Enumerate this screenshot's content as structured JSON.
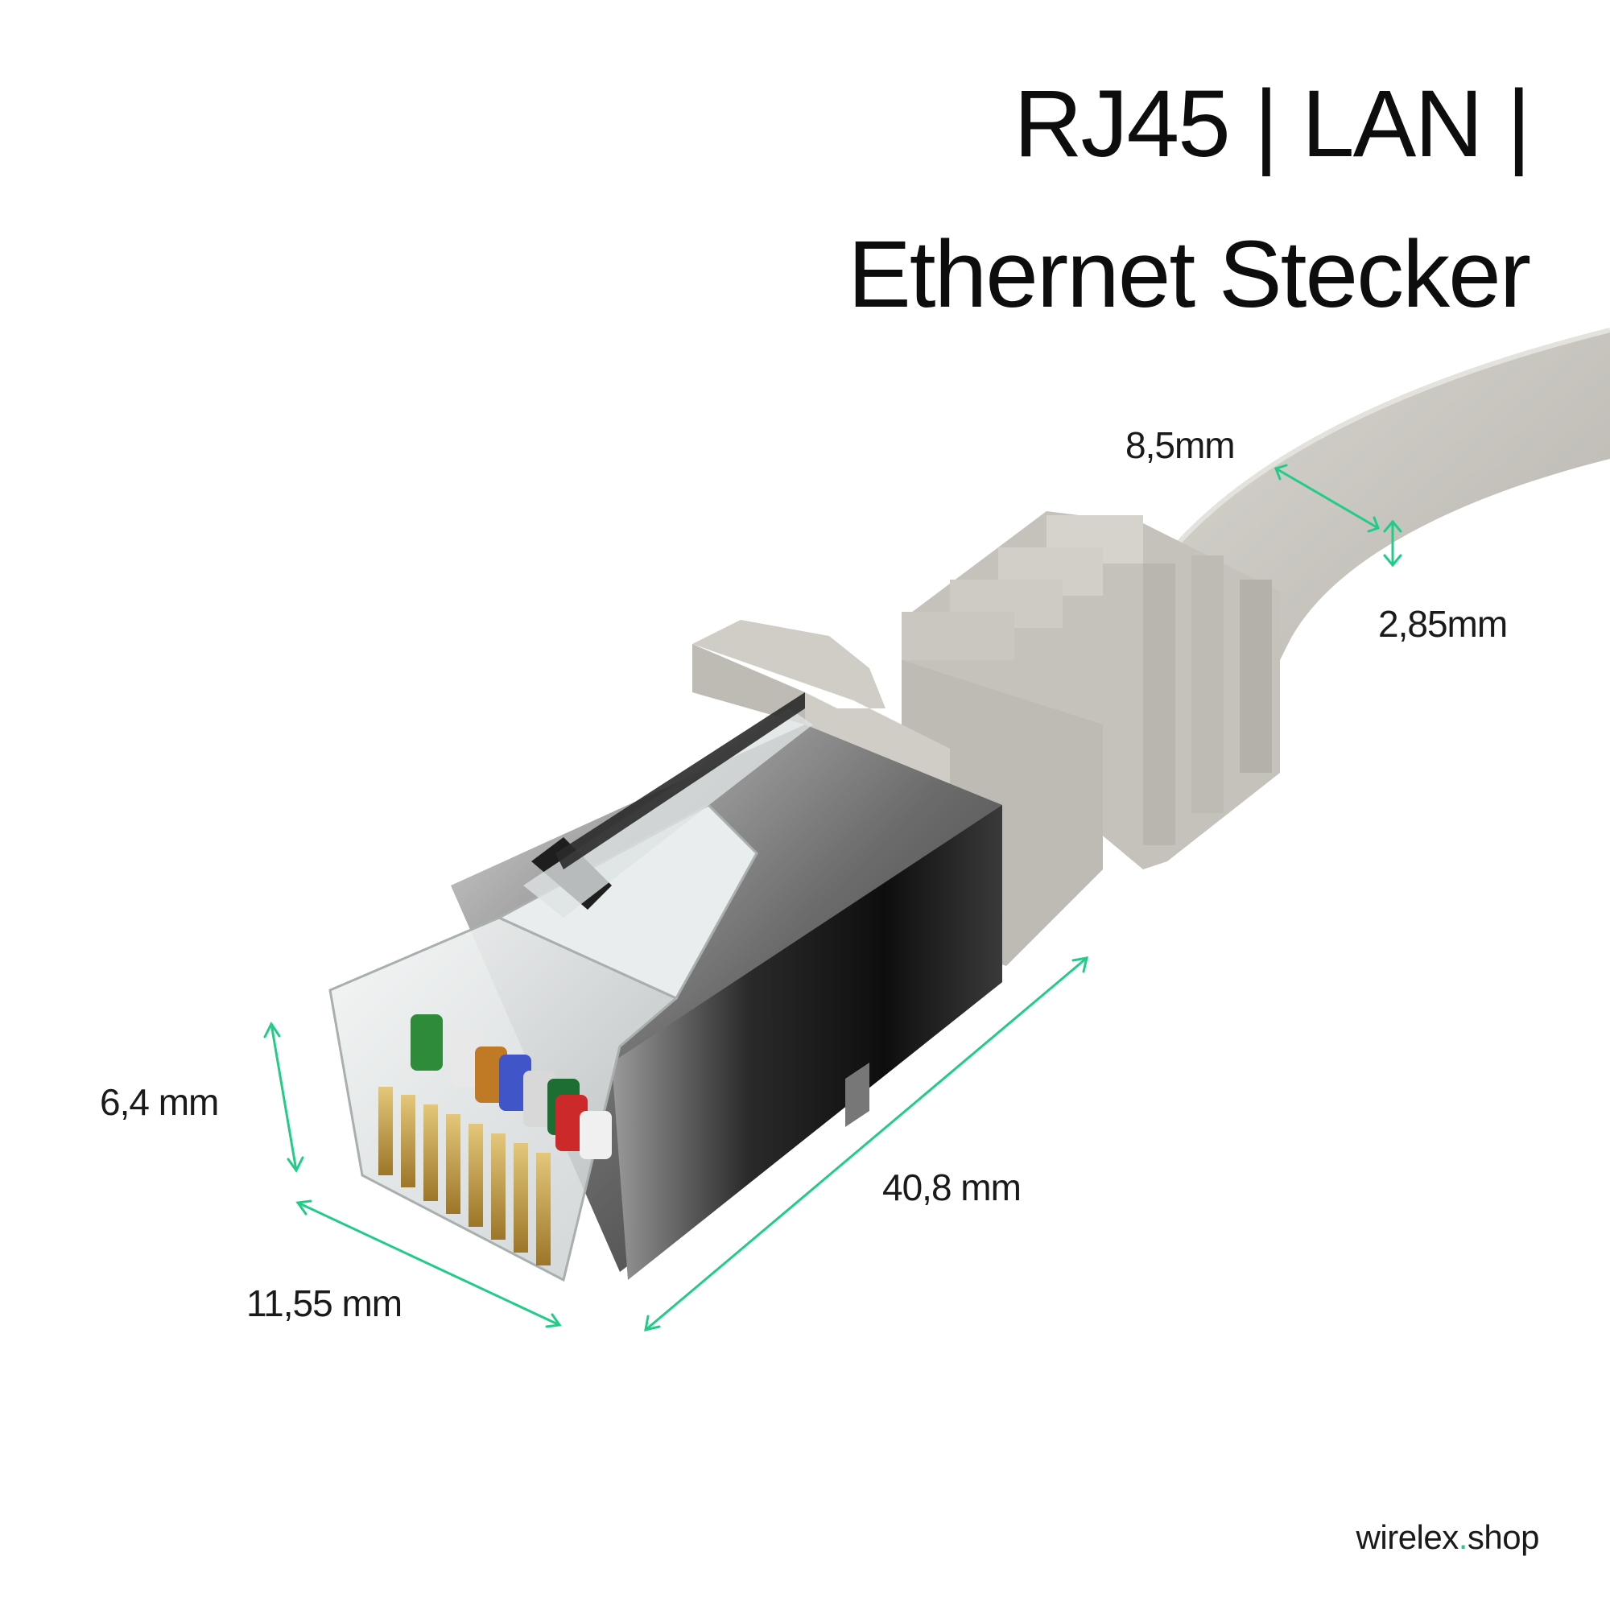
{
  "title": {
    "line1": "RJ45 | LAN |",
    "line2": "Ethernet Stecker"
  },
  "dimensions": {
    "cable_width": "8,5mm",
    "cable_thickness": "2,85mm",
    "plug_height": "6,4 mm",
    "plug_length": "40,8 mm",
    "plug_width": "11,55 mm"
  },
  "brand": {
    "name": "wirelex",
    "dot": ".",
    "tld": "shop"
  },
  "colors": {
    "accent": "#22cc88",
    "cable": "#c9c7c0",
    "shield": "#1b1b1b",
    "contacts": "#c8a248"
  },
  "wire_colors": [
    "#2e8b3a",
    "#e8e8e8",
    "#c07a25",
    "#3f55c8",
    "#d8d8d8",
    "#1d6e33",
    "#cc2a2a",
    "#f0f0f0"
  ]
}
